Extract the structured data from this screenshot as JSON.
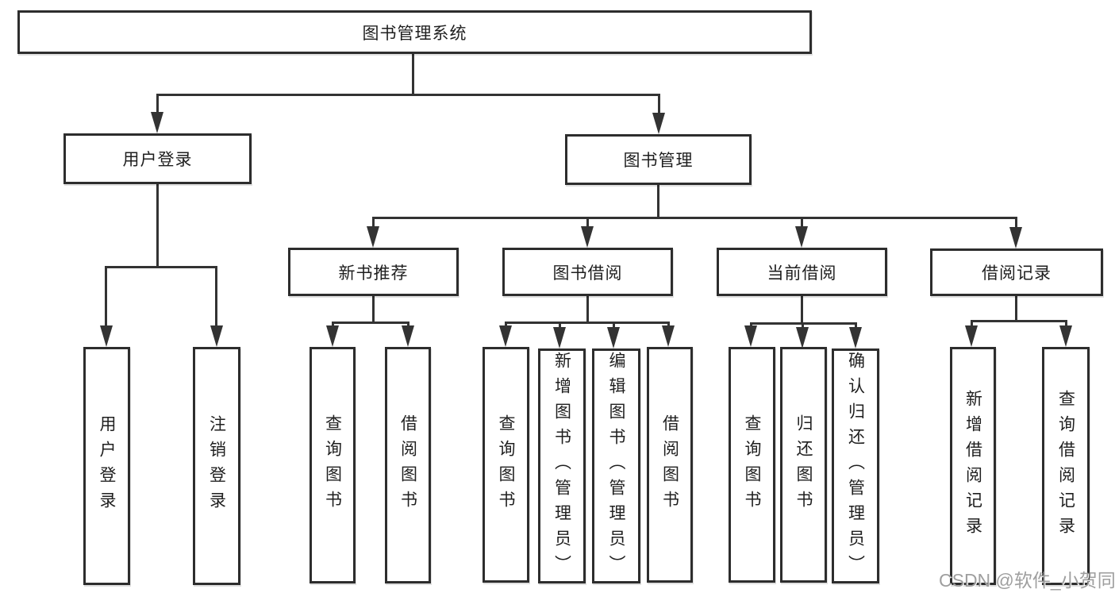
{
  "diagram": {
    "watermark": "CSDN @软件_小贺同学",
    "colors": {
      "background": "#ffffff",
      "line": "#333333",
      "border": "#2d2d2d",
      "text": "#1f1f1f",
      "watermark": "#9a9a9a"
    },
    "nodes": {
      "root": {
        "label": "图书管理系统"
      },
      "user_login": {
        "label": "用户登录"
      },
      "book_mgmt": {
        "label": "图书管理"
      },
      "new_book_rec": {
        "label": "新书推荐"
      },
      "book_borrow": {
        "label": "图书借阅"
      },
      "current_borrow": {
        "label": "当前借阅"
      },
      "borrow_record": {
        "label": "借阅记录"
      },
      "ul_login": {
        "label": "用户登录"
      },
      "ul_logout": {
        "label": "注销登录"
      },
      "nb_query": {
        "label": "查询图书"
      },
      "nb_borrow": {
        "label": "借阅图书"
      },
      "bb_query": {
        "label": "查询图书"
      },
      "bb_add": {
        "label": "新增图书（管理员）"
      },
      "bb_edit": {
        "label": "编辑图书（管理员）"
      },
      "bb_borrow": {
        "label": "借阅图书"
      },
      "cb_query": {
        "label": "查询图书"
      },
      "cb_return": {
        "label": "归还图书"
      },
      "cb_confirm": {
        "label": "确认归还（管理员）"
      },
      "br_add": {
        "label": "新增借阅记录"
      },
      "br_query": {
        "label": "查询借阅记录"
      }
    },
    "hierarchy": {
      "root": "图书管理系统",
      "children": [
        {
          "label": "用户登录",
          "children": [
            "用户登录",
            "注销登录"
          ]
        },
        {
          "label": "图书管理",
          "children": [
            {
              "label": "新书推荐",
              "children": [
                "查询图书",
                "借阅图书"
              ]
            },
            {
              "label": "图书借阅",
              "children": [
                "查询图书",
                "新增图书（管理员）",
                "编辑图书（管理员）",
                "借阅图书"
              ]
            },
            {
              "label": "当前借阅",
              "children": [
                "查询图书",
                "归还图书",
                "确认归还（管理员）"
              ]
            },
            {
              "label": "借阅记录",
              "children": [
                "新增借阅记录",
                "查询借阅记录"
              ]
            }
          ]
        }
      ]
    }
  }
}
